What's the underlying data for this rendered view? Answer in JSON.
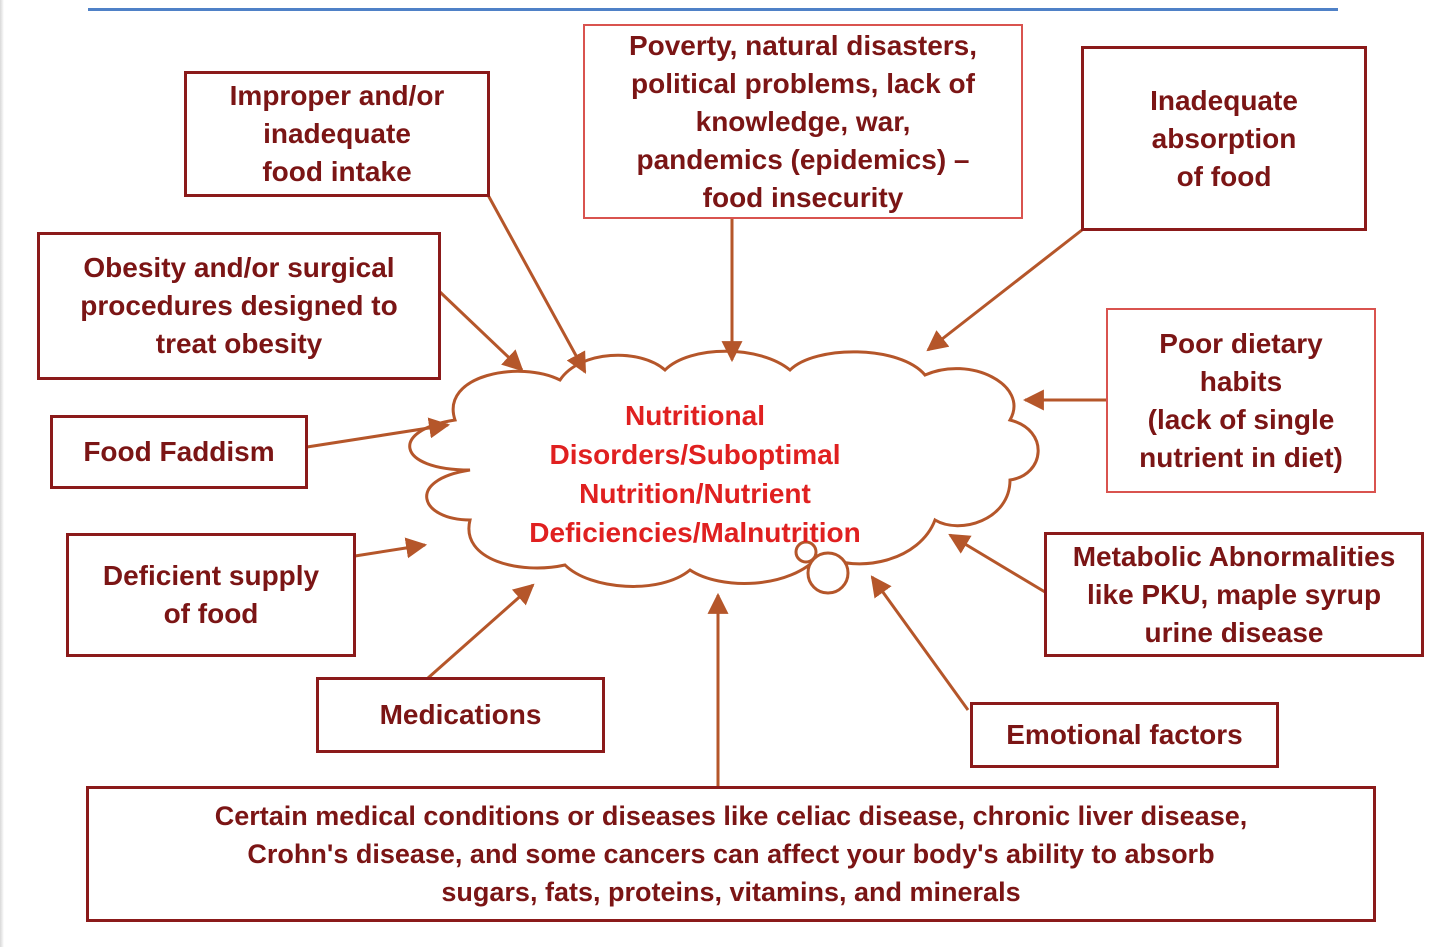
{
  "diagram": {
    "center": {
      "label": "Nutritional\nDisorders/Suboptimal\nNutrition/Nutrient\nDeficiencies/Malnutrition"
    },
    "causes": {
      "improper_intake": "Improper and/or\ninadequate\nfood intake",
      "poverty": "Poverty, natural disasters,\npolitical problems, lack of\nknowledge, war,\npandemics (epidemics) –\nfood insecurity",
      "absorption": "Inadequate\nabsorption\nof food",
      "obesity": "Obesity and/or surgical\nprocedures designed to\ntreat obesity",
      "poor_diet": "Poor dietary\nhabits\n(lack of single\nnutrient in diet)",
      "faddism": "Food Faddism",
      "metabolic": "Metabolic Abnormalities\nlike PKU, maple syrup\nurine disease",
      "deficient_supply": "Deficient supply\nof food",
      "medications": "Medications",
      "emotional": "Emotional factors",
      "medical_conditions": "Certain medical conditions or diseases like celiac disease, chronic liver disease,\nCrohn's  disease, and some  cancers can  affect your body's ability to absorb\nsugars, fats, proteins, vitamins, and minerals"
    },
    "colors": {
      "box_border": "#8b1a1a",
      "box_text": "#7b1515",
      "center_text": "#e02020",
      "arrow": "#b5562a",
      "top_rule": "#4f81c7"
    },
    "icons": {
      "cloud": "thought-cloud-icon"
    }
  }
}
